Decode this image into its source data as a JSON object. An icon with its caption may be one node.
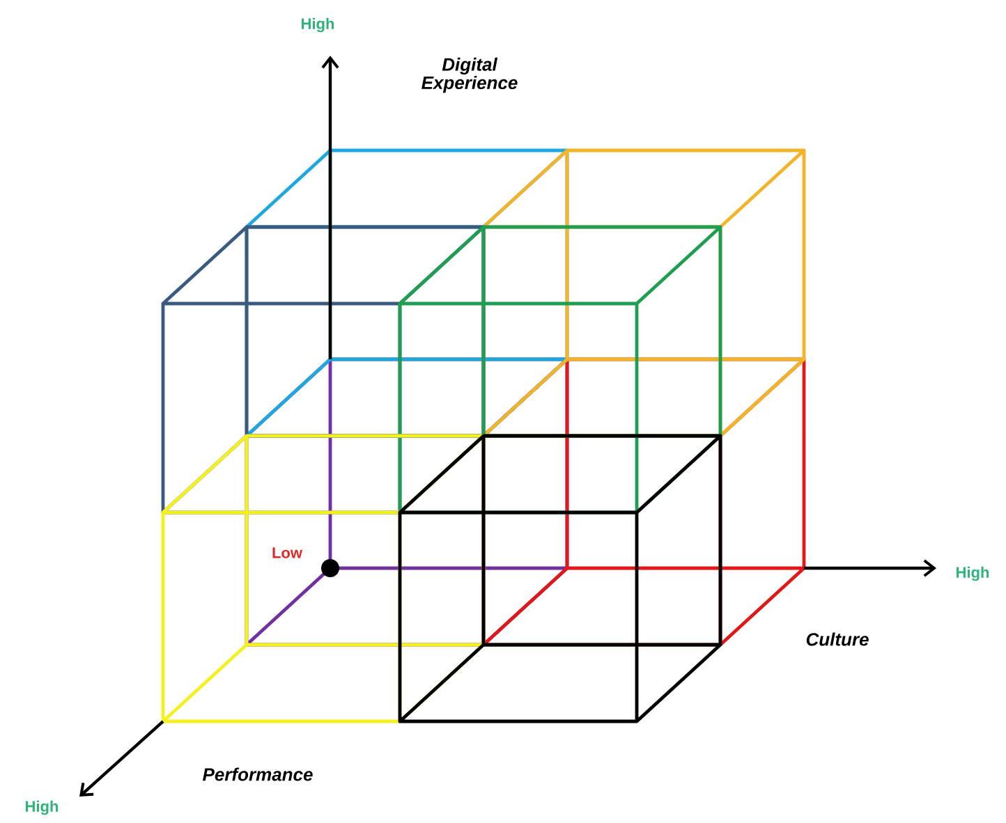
{
  "diagram": {
    "labels": [
      "High",
      "Digital Experience",
      "Low",
      "High",
      "Culture",
      "Performance",
      "High"
    ]
  }
}
